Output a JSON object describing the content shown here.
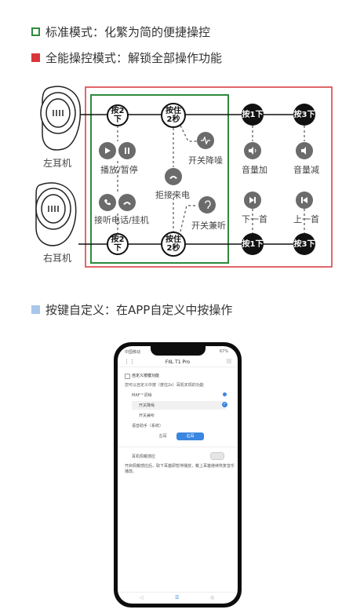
{
  "legend": {
    "standard": "标准模式：化繁为简的便捷操控",
    "full": "全能操控模式：解锁全部操作功能",
    "custom": "按键自定义：在APP自定义中按操作"
  },
  "earbuds": {
    "left": "左耳机",
    "right": "右耳机"
  },
  "nodes": {
    "left_press2": "按2下",
    "left_hold2": "按住2秒",
    "left_press1": "按1下",
    "left_press3": "按3下",
    "right_press2": "按2下",
    "right_hold2": "按住2秒",
    "right_press1": "按1下",
    "right_press3": "按3下"
  },
  "functions": {
    "play_pause": "播放/暂停",
    "noise_cancel": "开关降噪",
    "volume_up": "音量加",
    "volume_down": "音量减",
    "reject_call": "拒接来电",
    "answer_hangup": "接听电话/挂机",
    "hear_through": "开关兼听",
    "next_track": "下一首",
    "prev_track": "上一首"
  },
  "phone": {
    "status_carrier": "中国移动",
    "status_battery": "67%",
    "app_title": "FIIL T1 Pro",
    "section_title": "自定义按键功能",
    "section_desc": "您可以自定义中按（按住2s）耳机实现的功能",
    "opt_maf": "MAF™调噪",
    "opt_anc": "开关降噪",
    "opt_hear": "开关兼听",
    "opt_voice": "语音助手（系统）",
    "tab_left": "左耳",
    "tab_right": "右耳",
    "wear_title": "耳机佩戴感应",
    "wear_desc": "开启佩戴感应后，取下耳塞即暂停播放，戴上耳塞继续恢复音乐播放。"
  },
  "colors": {
    "green": "#2e8b3c",
    "red": "#d9363a",
    "blue": "#3a86e0"
  }
}
